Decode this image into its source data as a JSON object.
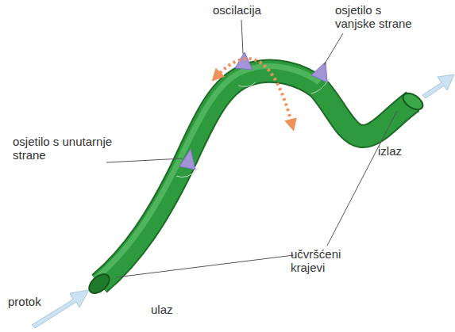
{
  "diagram": {
    "labels": [
      "oscilacija",
      "osjetilo s vanjske strane",
      "osjetilo s unutarnje strane",
      "izlaz",
      "učvršćeni krajevi",
      "protok",
      "ulaz"
    ]
  }
}
